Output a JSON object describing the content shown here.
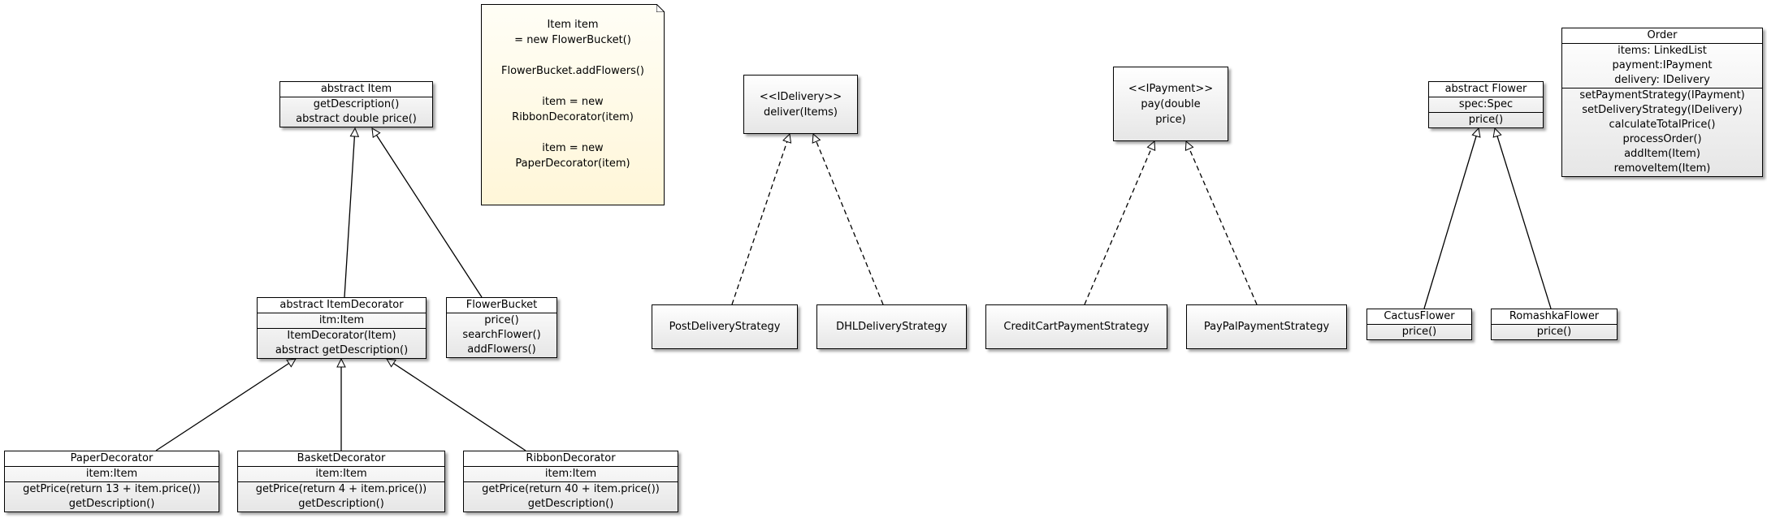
{
  "diagram": {
    "note": {
      "lines": [
        "Item item",
        "= new FlowerBucket()",
        "",
        "FlowerBucket.addFlowers()",
        "",
        "item = new",
        "RibbonDecorator(item)",
        "",
        "item = new",
        "PaperDecorator(item)"
      ]
    },
    "item": {
      "title": "abstract Item",
      "methods": [
        "getDescription()",
        "abstract double price()"
      ]
    },
    "item_decorator": {
      "title": "abstract ItemDecorator",
      "attrs": [
        "itm:Item"
      ],
      "methods": [
        "ItemDecorator(Item)",
        "abstract getDescription()"
      ]
    },
    "flower_bucket": {
      "title": "FlowerBucket",
      "methods": [
        "price()",
        "searchFlower()",
        "addFlowers()"
      ]
    },
    "paper_decorator": {
      "title": "PaperDecorator",
      "attrs": [
        "item:Item"
      ],
      "methods": [
        "getPrice(return 13 + item.price())",
        "getDescription()"
      ]
    },
    "basket_decorator": {
      "title": "BasketDecorator",
      "attrs": [
        "item:Item"
      ],
      "methods": [
        "getPrice(return 4 + item.price())",
        "getDescription()"
      ]
    },
    "ribbon_decorator": {
      "title": "RibbonDecorator",
      "attrs": [
        "item:Item"
      ],
      "methods": [
        "getPrice(return 40 + item.price())",
        "getDescription()"
      ]
    },
    "idelivery": {
      "lines": [
        "<<IDelivery>>",
        "deliver(Items)"
      ]
    },
    "post_delivery": {
      "title": "PostDeliveryStrategy"
    },
    "dhl_delivery": {
      "title": "DHLDeliveryStrategy"
    },
    "ipayment": {
      "lines": [
        "<<IPayment>>",
        "pay(double",
        "price)"
      ]
    },
    "creditcard_payment": {
      "title": "CreditCartPaymentStrategy"
    },
    "paypal_payment": {
      "title": "PayPalPaymentStrategy"
    },
    "flower": {
      "title": "abstract Flower",
      "attrs": [
        "spec:Spec"
      ],
      "methods": [
        "price()"
      ]
    },
    "cactus_flower": {
      "title": "CactusFlower",
      "methods": [
        "price()"
      ]
    },
    "romashka_flower": {
      "title": "RomashkaFlower",
      "methods": [
        "price()"
      ]
    },
    "order": {
      "title": "Order",
      "attrs": [
        "items: LinkedList",
        "payment:IPayment",
        "delivery: IDelivery"
      ],
      "methods": [
        "setPaymentStrategy(IPayment)",
        "setDeliveryStrategy(IDelivery)",
        "calculateTotalPrice()",
        "processOrder()",
        "addItem(Item)",
        "removeItem(Item)"
      ]
    }
  }
}
